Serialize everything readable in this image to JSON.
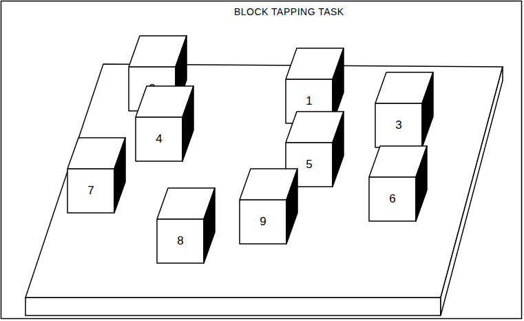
{
  "diagram": {
    "title": "BLOCK TAPPING TASK",
    "nodes": [
      {
        "text": [
          "1"
        ]
      },
      {
        "text": [
          "2"
        ]
      },
      {
        "text": [
          "3"
        ]
      },
      {
        "text": [
          "4"
        ]
      },
      {
        "text": [
          "5"
        ]
      },
      {
        "text": [
          "6"
        ]
      },
      {
        "text": [
          "7"
        ]
      },
      {
        "text": [
          "8"
        ]
      },
      {
        "text": [
          "9"
        ]
      }
    ]
  }
}
